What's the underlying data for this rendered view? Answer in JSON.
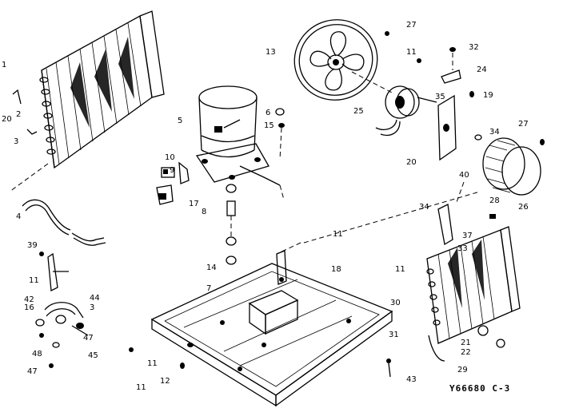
{
  "diagram": {
    "code": "Y66680  C-3",
    "callouts": [
      {
        "id": "c1",
        "text": "1"
      },
      {
        "id": "c2",
        "text": "2"
      },
      {
        "id": "c20a",
        "text": "20"
      },
      {
        "id": "c3a",
        "text": "3"
      },
      {
        "id": "c4",
        "text": "4"
      },
      {
        "id": "c5",
        "text": "5"
      },
      {
        "id": "c6",
        "text": "6"
      },
      {
        "id": "c15",
        "text": "15"
      },
      {
        "id": "c10",
        "text": "10"
      },
      {
        "id": "c9",
        "text": "9"
      },
      {
        "id": "c17",
        "text": "17"
      },
      {
        "id": "c8",
        "text": "8"
      },
      {
        "id": "c13",
        "text": "13"
      },
      {
        "id": "c27a",
        "text": "27"
      },
      {
        "id": "c11a",
        "text": "11"
      },
      {
        "id": "c32",
        "text": "32"
      },
      {
        "id": "c24",
        "text": "24"
      },
      {
        "id": "c25",
        "text": "25"
      },
      {
        "id": "c35",
        "text": "35"
      },
      {
        "id": "c19",
        "text": "19"
      },
      {
        "id": "c34a",
        "text": "34"
      },
      {
        "id": "c27b",
        "text": "27"
      },
      {
        "id": "c20b",
        "text": "20"
      },
      {
        "id": "c40",
        "text": "40"
      },
      {
        "id": "c26",
        "text": "26"
      },
      {
        "id": "c28",
        "text": "28"
      },
      {
        "id": "c34b",
        "text": "34"
      },
      {
        "id": "c37",
        "text": "37"
      },
      {
        "id": "c33",
        "text": "33"
      },
      {
        "id": "c11b",
        "text": "11"
      },
      {
        "id": "c30",
        "text": "30"
      },
      {
        "id": "c31",
        "text": "31"
      },
      {
        "id": "c21",
        "text": "21"
      },
      {
        "id": "c22",
        "text": "22"
      },
      {
        "id": "c29",
        "text": "29"
      },
      {
        "id": "c43",
        "text": "43"
      },
      {
        "id": "c11c",
        "text": "11"
      },
      {
        "id": "c18",
        "text": "18"
      },
      {
        "id": "c14",
        "text": "14"
      },
      {
        "id": "c7",
        "text": "7"
      },
      {
        "id": "c11d",
        "text": "11"
      },
      {
        "id": "c12",
        "text": "12"
      },
      {
        "id": "c11e",
        "text": "11"
      },
      {
        "id": "c39",
        "text": "39"
      },
      {
        "id": "c11f",
        "text": "11"
      },
      {
        "id": "c42",
        "text": "42"
      },
      {
        "id": "c16",
        "text": "16"
      },
      {
        "id": "c44",
        "text": "44"
      },
      {
        "id": "c3b",
        "text": "3"
      },
      {
        "id": "c47a",
        "text": "47"
      },
      {
        "id": "c48",
        "text": "48"
      },
      {
        "id": "c45",
        "text": "45"
      },
      {
        "id": "c47b",
        "text": "47"
      }
    ]
  }
}
